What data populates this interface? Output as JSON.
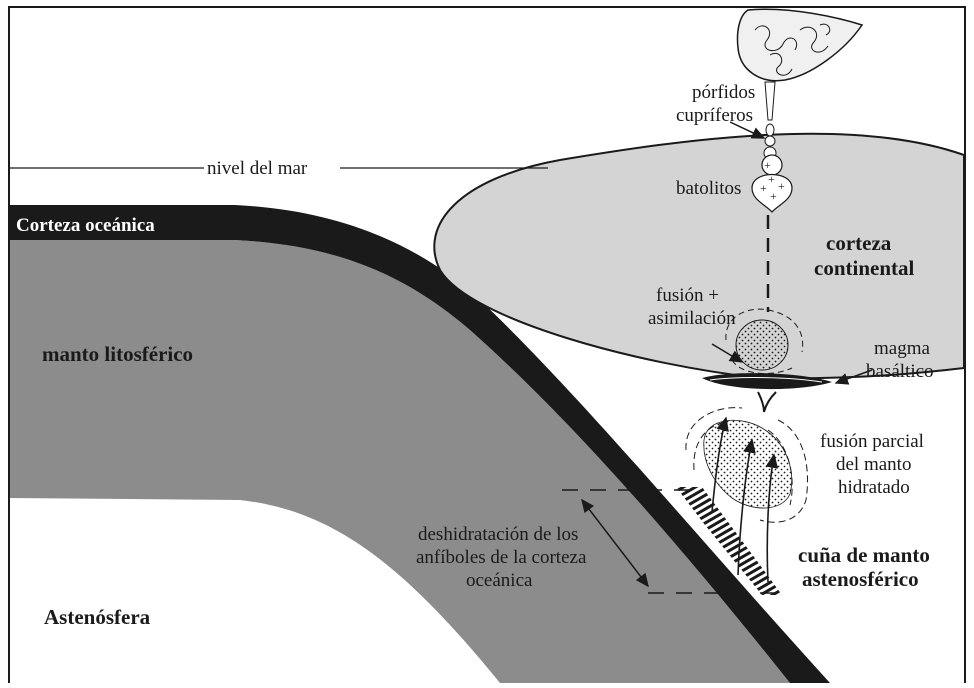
{
  "diagram": {
    "labels": {
      "oceanic_crust": "Corteza oceánica",
      "lithospheric_mantle": "manto litosférico",
      "asthenosphere": "Astenósfera",
      "sea_level": "nivel del mar",
      "porphyry": [
        "pórfidos",
        "cupríferos"
      ],
      "batholiths": "batolitos",
      "continental_crust": [
        "corteza",
        "continental"
      ],
      "melting_assimilation": [
        "fusión +",
        "asimilación"
      ],
      "basaltic_magma": [
        "magma",
        "basáltico"
      ],
      "partial_melting": [
        "fusión parcial",
        "del manto",
        "hidratado"
      ],
      "dehydration": [
        "deshidratación de los",
        "anfíboles de la corteza",
        "oceánica"
      ],
      "mantle_wedge": [
        "cuña de manto",
        "astenosférico"
      ]
    },
    "colors": {
      "slab": "#1a1a1a",
      "lithosphere": "#8c8c8c",
      "continental_crust": "#d4d4d4",
      "background": "#ffffff",
      "line": "#1a1a1a"
    },
    "icons": [
      "volcanic-plume-icon",
      "batholith-plutons-icon",
      "magma-chamber-icon"
    ]
  }
}
